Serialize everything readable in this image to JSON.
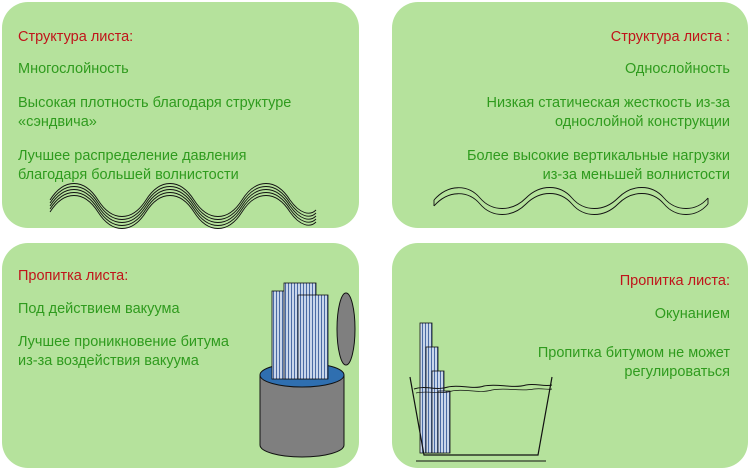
{
  "panels": {
    "top_left": {
      "heading": "Структура листа:",
      "line1": "Многослойность",
      "line2a": "Высокая плотность благодаря структуре",
      "line2b": "«сэндвича»",
      "line3a": "Лучшее распределение давления",
      "line3b": "благодаря большей волнистости"
    },
    "top_right": {
      "heading": "Структура листа :",
      "line1": "Однослойность",
      "line2a": "Низкая статическая жесткость из-за",
      "line2b": "однослойной конструкции",
      "line3a": "Более высокие вертикальные нагрузки",
      "line3b": "из-за меньшей волнистости"
    },
    "bottom_left": {
      "heading": "Пропитка листа:",
      "line1": "Под действием вакуума",
      "line2a": "Лучшее проникновение битума",
      "line2b": "из-за воздействия вакуума"
    },
    "bottom_right": {
      "heading": "Пропитка листа:",
      "line1": "Окунанием",
      "line2a": "Пропитка битумом не может",
      "line2b": "регулироваться"
    }
  },
  "colors": {
    "card_bg": "#b5e29c",
    "heading_text": "#c0141a",
    "body_text": "#2f9b1e",
    "drum_body": "#7f7f7f",
    "drum_top": "#2f6fb0",
    "sheet_fill": "#c9d6ea"
  }
}
